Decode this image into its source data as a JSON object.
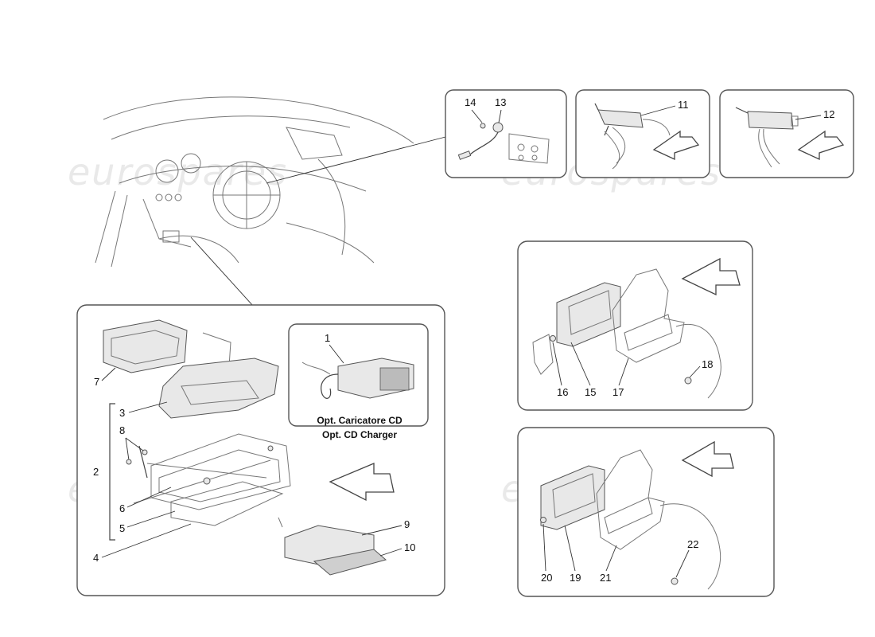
{
  "watermark": "eurospares",
  "callouts": {
    "n1": "1",
    "n2": "2",
    "n3": "3",
    "n4": "4",
    "n5": "5",
    "n6": "6",
    "n7": "7",
    "n8": "8",
    "n9": "9",
    "n10": "10",
    "n11": "11",
    "n12": "12",
    "n13": "13",
    "n14": "14",
    "n15": "15",
    "n16": "16",
    "n17": "17",
    "n18": "18",
    "n19": "19",
    "n20": "20",
    "n21": "21",
    "n22": "22"
  },
  "cd_option": {
    "line1": "Opt. Caricatore CD",
    "line2": "Opt. CD Charger"
  }
}
